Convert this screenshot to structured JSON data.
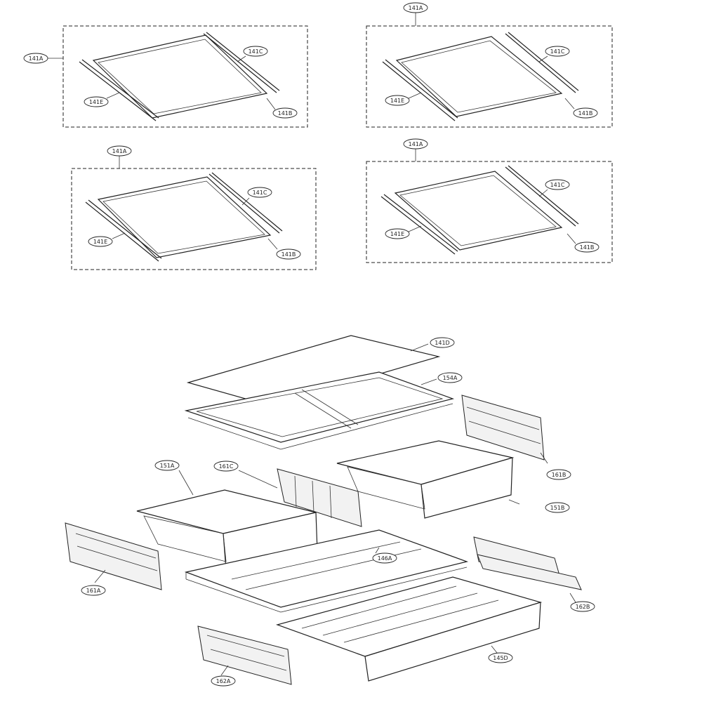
{
  "labels": {
    "g1_a": "141A",
    "g1_c": "141C",
    "g1_e": "141E",
    "g1_b": "141B",
    "g2_a": "141A",
    "g2_c": "141C",
    "g2_e": "141E",
    "g2_b": "141B",
    "g3_a": "141A",
    "g3_c": "141C",
    "g3_e": "141E",
    "g3_b": "141B",
    "g4_a": "141A",
    "g4_c": "141C",
    "g4_e": "141E",
    "g4_b": "141B",
    "glass": "141D",
    "frame": "154A",
    "drawer_left": "151A",
    "drawer_right": "151B",
    "divider": "161C",
    "rail_right_upper": "161B",
    "rail_left": "161A",
    "cover": "146A",
    "slide_right": "162B",
    "slide_left": "162A",
    "bottom_drawer": "145D"
  }
}
